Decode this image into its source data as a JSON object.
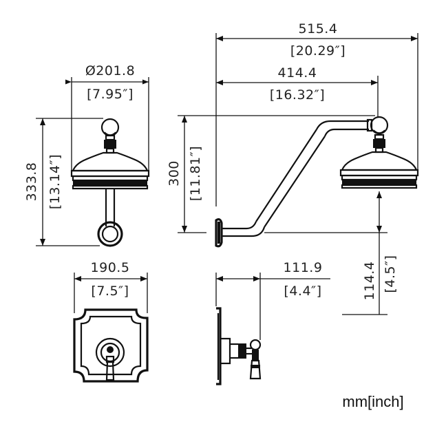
{
  "units_label": "mm[inch]",
  "dimensions": {
    "overall_reach": {
      "mm": "515.4",
      "inch": "[20.29″]"
    },
    "arm_reach": {
      "mm": "414.4",
      "inch": "[16.32″]"
    },
    "head_diameter": {
      "mm": "Ø201.8",
      "inch": "[7.95″]"
    },
    "front_height": {
      "mm": "333.8",
      "inch": "[13.14″]"
    },
    "arm_height": {
      "mm": "300",
      "inch": "[11.81″]"
    },
    "drop": {
      "mm": "114.4",
      "inch": "[4.5″]"
    },
    "trim_width": {
      "mm": "190.5",
      "inch": "[7.5″]"
    },
    "valve_projection": {
      "mm": "111.9",
      "inch": "[4.4″]"
    }
  }
}
